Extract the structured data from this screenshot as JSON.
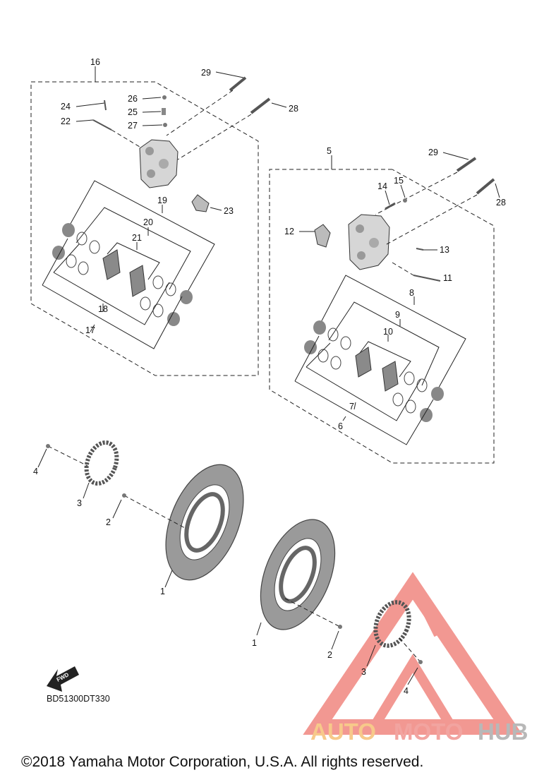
{
  "diagram_code": "BD51300DT330",
  "copyright": "©2018 Yamaha Motor Corporation, U.S.A. All rights reserved.",
  "fwd_label": "FWD",
  "watermark": {
    "part1": "AUTO",
    "part2": "MOTO",
    "part3": "HUB",
    "color1": "#f7c98a",
    "color2": "#f2a4a0",
    "color3": "#b8b8b8",
    "triangle_color": "#e8443a"
  },
  "callouts": {
    "c16": "16",
    "c24": "24",
    "c26": "26",
    "c25": "25",
    "c22": "22",
    "c27": "27",
    "c29a": "29",
    "c28a": "28",
    "c19": "19",
    "c20": "20",
    "c21": "21",
    "c23": "23",
    "c18": "18",
    "c17": "17",
    "c5": "5",
    "c29b": "29",
    "c28b": "28",
    "c14": "14",
    "c15": "15",
    "c12": "12",
    "c13": "13",
    "c11": "11",
    "c8": "8",
    "c9": "9",
    "c10": "10",
    "c7": "7",
    "c6": "6",
    "c4a": "4",
    "c3a": "3",
    "c2a": "2",
    "c1a": "1",
    "c1b": "1",
    "c2b": "2",
    "c3b": "3",
    "c4b": "4"
  }
}
